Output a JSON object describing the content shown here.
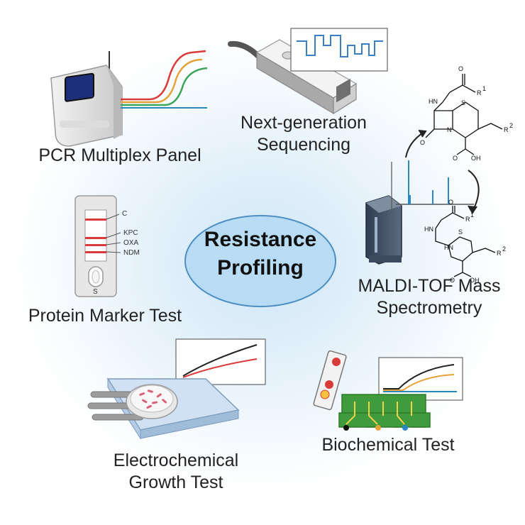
{
  "center": {
    "line1": "Resistance",
    "line2": "Profiling"
  },
  "methods": {
    "pcr": {
      "label": "PCR Multiplex Panel"
    },
    "ngs": {
      "line1": "Next-generation",
      "line2": "Sequencing"
    },
    "maldi": {
      "line1": "MALDI-TOF Mass",
      "line2": "Spectrometry"
    },
    "protein": {
      "label": "Protein Marker Test"
    },
    "electro": {
      "line1": "Electrochemical",
      "line2": "Growth Test"
    },
    "biochem": {
      "label": "Biochemical Test"
    }
  },
  "test_strip": {
    "bands": [
      "C",
      "KPC",
      "OXA",
      "NDM"
    ],
    "sample_label": "S"
  },
  "chem": {
    "r1": "R",
    "r2": "R",
    "sup1": "1",
    "sup2": "2",
    "s": "S",
    "n": "N",
    "hn": "HN",
    "oh": "OH",
    "o": "O"
  },
  "colors": {
    "ellipse": "#b7dcf3",
    "red": "#d93a3a",
    "orange": "#e6a23a",
    "green": "#3da55a",
    "blue": "#2b86c4"
  }
}
